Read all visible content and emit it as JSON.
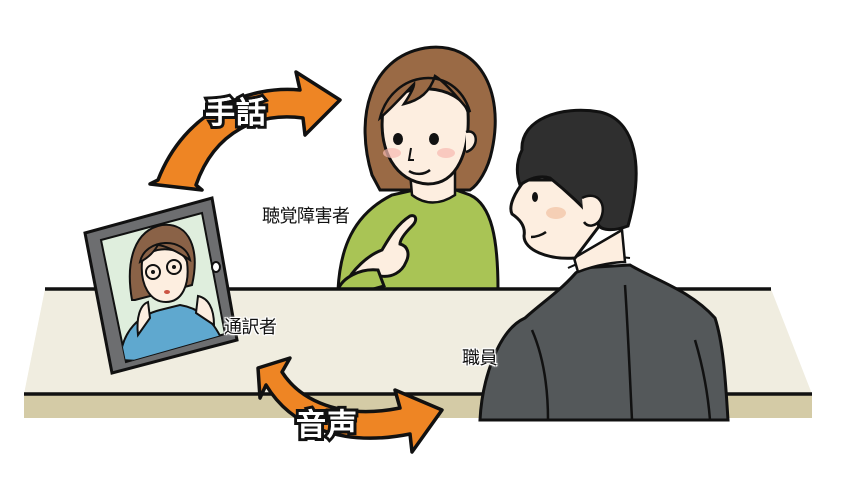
{
  "labels": {
    "deaf_person": "聴覚障害者",
    "interpreter": "通訳者",
    "staff": "職員"
  },
  "arrows": {
    "sign_language": "手話",
    "voice": "音声"
  },
  "colors": {
    "arrow_fill": "#ee8524",
    "outline": "#111111",
    "desk_top": "#f0ede0",
    "desk_front": "#d4cba6",
    "woman_sweater": "#a9c455",
    "woman_hair": "#9a6a45",
    "skin": "#fdeee0",
    "man_suit": "#54585a",
    "man_hair": "#2f2f2f",
    "tablet_frame": "#6d6e70",
    "tablet_screen": "#dfeedd",
    "interpreter_shirt": "#5fa8cf"
  }
}
